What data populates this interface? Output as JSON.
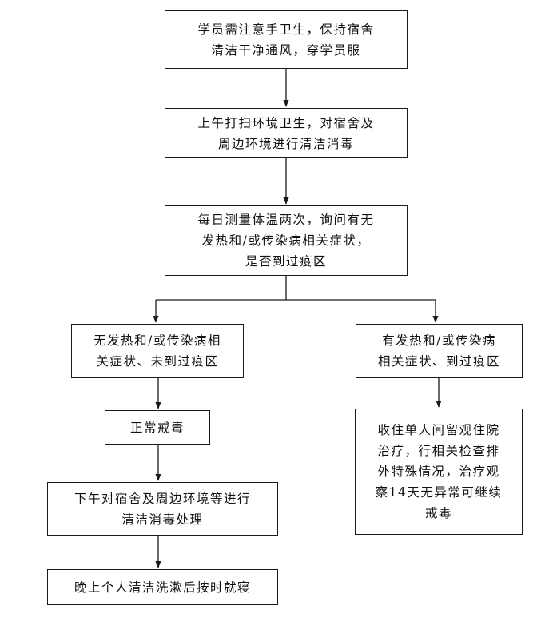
{
  "flowchart": {
    "step1": [
      "学员需注意手卫生，保持宿舍",
      "清洁干净通风，穿学员服"
    ],
    "step2": [
      "上午打扫环境卫生，对宿舍及",
      "周边环境进行清洁消毒"
    ],
    "step3": [
      "每日测量体温两次，询问有无",
      "发热和/或传染病相关症状，",
      "是否到过疫区"
    ],
    "left_branch": {
      "condition": [
        "无发热和/或传染病相",
        "关症状、未到过疫区"
      ],
      "step1": [
        "正常戒毒"
      ],
      "step2": [
        "下午对宿舍及周边环境等进行",
        "清洁消毒处理"
      ],
      "step3": [
        "晚上个人清洁洗漱后按时就寝"
      ]
    },
    "right_branch": {
      "condition": [
        "有发热和/或传染病",
        "相关症状、到过疫区"
      ],
      "action": [
        "收住单人间留观住院",
        "治疗，行相关检查排",
        "外特殊情况，治疗观",
        "察14天无异常可继续",
        "戒毒"
      ]
    }
  }
}
